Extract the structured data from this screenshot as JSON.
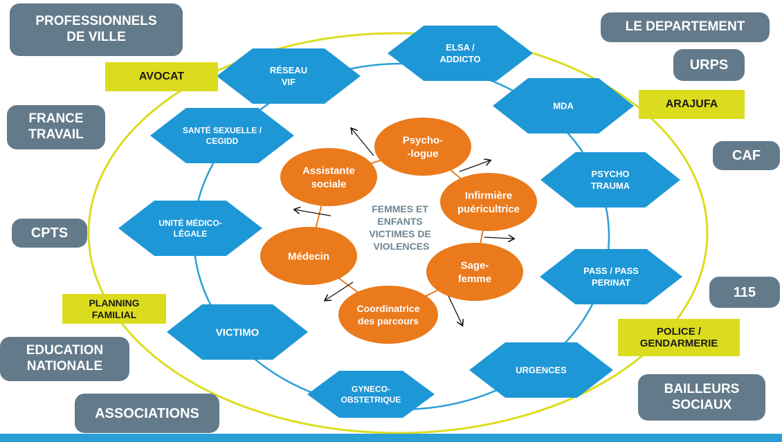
{
  "colors": {
    "outer_box": "#637a8b",
    "yellow_box": "#dcdc1e",
    "hexagon": "#1e97d6",
    "orange_circle": "#ea7a1c",
    "ellipse_outline": "#dcdc1e",
    "ring": "#2a9fd6",
    "center_text": "#6f8594",
    "bottom_bar": "#2a9fd6"
  },
  "center": {
    "lines": [
      "FEMMES ET",
      "ENFANTS",
      "VICTIMES DE",
      "VIOLENCES"
    ]
  },
  "outer_partners": [
    {
      "id": "professionnels-de-ville",
      "label": "PROFESSIONNELS\nDE VILLE"
    },
    {
      "id": "le-departement",
      "label": "LE DEPARTEMENT"
    },
    {
      "id": "urps",
      "label": "URPS"
    },
    {
      "id": "france-travail",
      "label": "FRANCE\nTRAVAIL"
    },
    {
      "id": "caf",
      "label": "CAF"
    },
    {
      "id": "cpts",
      "label": "CPTS"
    },
    {
      "id": "115",
      "label": "115"
    },
    {
      "id": "education-nationale",
      "label": "EDUCATION\nNATIONALE"
    },
    {
      "id": "associations",
      "label": "ASSOCIATIONS"
    },
    {
      "id": "bailleurs-sociaux",
      "label": "BAILLEURS\nSOCIAUX"
    }
  ],
  "yellow_partners": [
    {
      "id": "avocat",
      "label": "AVOCAT"
    },
    {
      "id": "arajufa",
      "label": "ARAJUFA"
    },
    {
      "id": "planning-familial",
      "label": "PLANNING\nFAMILIAL"
    },
    {
      "id": "police-gendarmerie",
      "label": "POLICE /\nGENDARMERIE"
    }
  ],
  "hexagons": [
    {
      "id": "elsa-addicto",
      "lines": [
        "ELSA /",
        "ADDICTO"
      ]
    },
    {
      "id": "reseau-vif",
      "lines": [
        "RÉSEAU",
        "VIF"
      ]
    },
    {
      "id": "mda",
      "lines": [
        "MDA"
      ]
    },
    {
      "id": "sante-sexuelle",
      "lines": [
        "SANTÉ SEXUELLE /",
        "CEGIDD"
      ]
    },
    {
      "id": "psycho-trauma",
      "lines": [
        "PSYCHO",
        "TRAUMA"
      ]
    },
    {
      "id": "unite-medico-legale",
      "lines": [
        "UNITÉ MÉDICO-",
        "LÉGALE"
      ]
    },
    {
      "id": "pass-perinat",
      "lines": [
        "PASS / PASS",
        "PERINAT"
      ]
    },
    {
      "id": "victimo",
      "lines": [
        "VICTIMO"
      ]
    },
    {
      "id": "urgences",
      "lines": [
        "URGENCES"
      ]
    },
    {
      "id": "gyneco-obstetrique",
      "lines": [
        "GYNECO-",
        "OBSTETRIQUE"
      ]
    }
  ],
  "circles": [
    {
      "id": "psychologue",
      "lines": [
        "Psycho-",
        "-logue"
      ]
    },
    {
      "id": "assistante-sociale",
      "lines": [
        "Assistante",
        "sociale"
      ]
    },
    {
      "id": "infirmiere-puericultrice",
      "lines": [
        "Infirmière",
        "puéricultrice"
      ]
    },
    {
      "id": "medecin",
      "lines": [
        "Médecin"
      ]
    },
    {
      "id": "sage-femme",
      "lines": [
        "Sage-",
        "femme"
      ]
    },
    {
      "id": "coordinatrice",
      "lines": [
        "Coordinatrice",
        "des parcours"
      ]
    }
  ]
}
